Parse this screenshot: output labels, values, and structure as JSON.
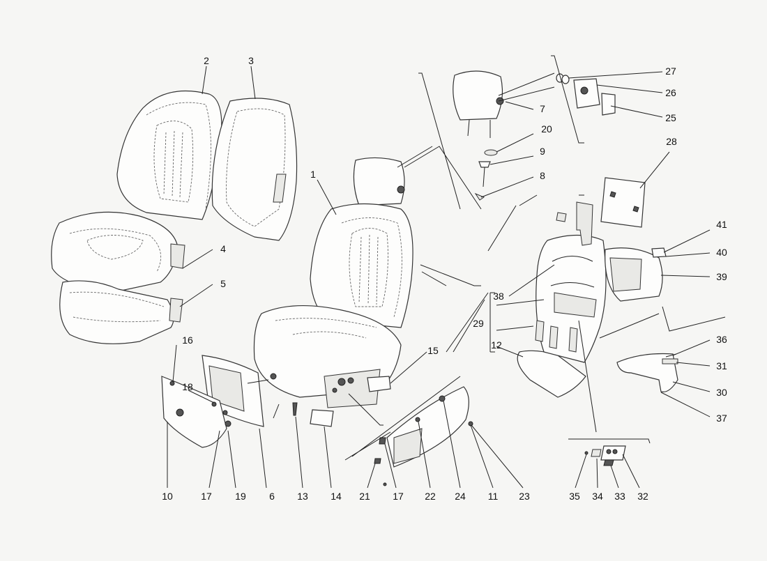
{
  "diagram": {
    "callouts": [
      "1",
      "2",
      "3",
      "4",
      "5",
      "6",
      "7",
      "8",
      "9",
      "10",
      "11",
      "12",
      "13",
      "14",
      "15",
      "16",
      "17",
      "17",
      "18",
      "19",
      "20",
      "21",
      "22",
      "23",
      "24",
      "25",
      "26",
      "27",
      "28",
      "29",
      "30",
      "31",
      "32",
      "33",
      "34",
      "35",
      "36",
      "37",
      "38",
      "39",
      "40",
      "41"
    ]
  }
}
